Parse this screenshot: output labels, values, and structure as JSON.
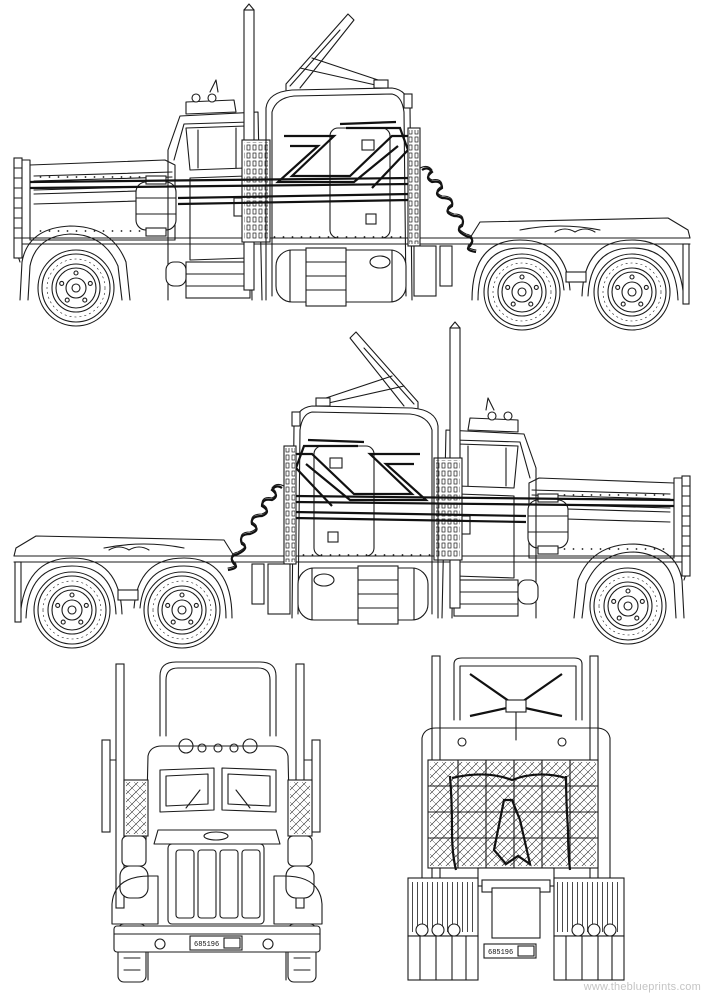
{
  "views": {
    "side_left": "side-view-left",
    "side_right": "side-view-right",
    "front": "front-view",
    "rear": "rear-view"
  },
  "plates": {
    "front": "685196",
    "rear": "685196"
  },
  "watermark": "www.theblueprints.com",
  "colors": {
    "line": "#1b1b1b",
    "paper": "#ffffff",
    "watermark": "#c4c4c4"
  }
}
